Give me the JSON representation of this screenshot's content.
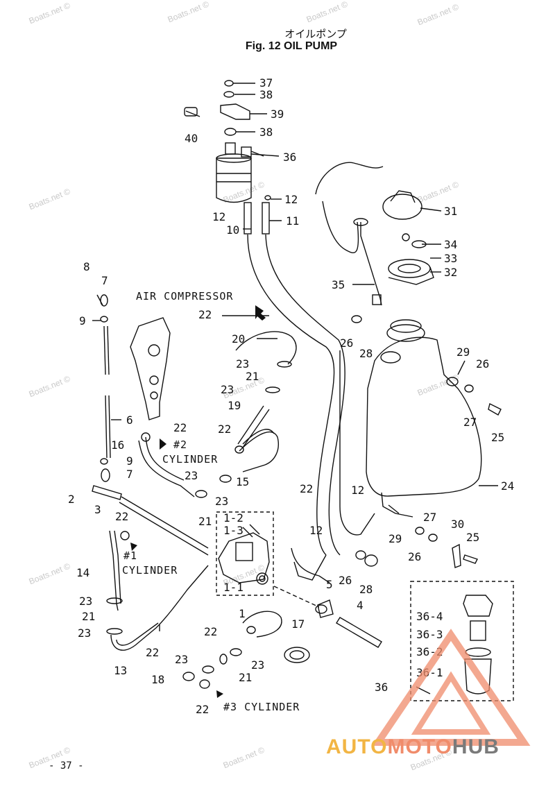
{
  "header": {
    "title_jp": "オイルポンプ",
    "title_en": "Fig. 12  OIL PUMP"
  },
  "footer": {
    "page_number": "- 37 -"
  },
  "watermark": {
    "text": "Boats.net ©"
  },
  "brand": {
    "part1": "AUTO",
    "part2": "MOTO",
    "part3": "HUB",
    "colors": {
      "auto": "#f2b544",
      "moto": "#f08c6b",
      "hub": "#7a7a7a",
      "logo_triangle": "#f08c6b"
    }
  },
  "callouts": {
    "air_compressor": "AIR COMPRESSOR",
    "cyl2_num": "#2",
    "cyl2_word": "CYLINDER",
    "cyl1_num": "#1",
    "cyl1_word": "CYLINDER",
    "cyl3": "#3 CYLINDER"
  },
  "part_labels": {
    "p37": "37",
    "p38a": "38",
    "p39": "39",
    "p40": "40",
    "p38b": "38",
    "p36": "36",
    "p12a": "12",
    "p12b": "12",
    "p10": "10",
    "p11": "11",
    "p31": "31",
    "p34": "34",
    "p33": "33",
    "p32": "32",
    "p35": "35",
    "p26a": "26",
    "p28a": "28",
    "p29a": "29",
    "p26b": "26",
    "p27a": "27",
    "p25a": "25",
    "p24": "24",
    "p8": "8",
    "p7a": "7",
    "p9a": "9",
    "p6": "6",
    "p9b": "9",
    "p7b": "7",
    "p2": "2",
    "p3": "3",
    "p22a": "22",
    "p20": "20",
    "p23a": "23",
    "p21a": "21",
    "p23b": "23",
    "p19": "19",
    "p22b": "22",
    "p16": "16",
    "p22c": "22",
    "p15": "15",
    "p22d": "22",
    "p23c": "23",
    "p21b": "21",
    "p23d": "23",
    "p1_2": "1-2",
    "p1_3": "1-3",
    "p1_1": "1-1",
    "p1": "1",
    "p12c": "12",
    "p12d": "12",
    "p27b": "27",
    "p30": "30",
    "p25b": "25",
    "p29b": "29",
    "p26c": "26",
    "p26d": "26",
    "p28b": "28",
    "p5": "5",
    "p4": "4",
    "p22e": "22",
    "p14": "14",
    "p23e": "23",
    "p21c": "21",
    "p23f": "23",
    "p13": "13",
    "p22f": "22",
    "p22g": "22",
    "p17": "17",
    "p23g": "23",
    "p21d": "21",
    "p23h": "23",
    "p18": "18",
    "p22h": "22",
    "p36_4": "36-4",
    "p36_3": "36-3",
    "p36_2": "36-2",
    "p36_1": "36-1",
    "p36b": "36"
  }
}
